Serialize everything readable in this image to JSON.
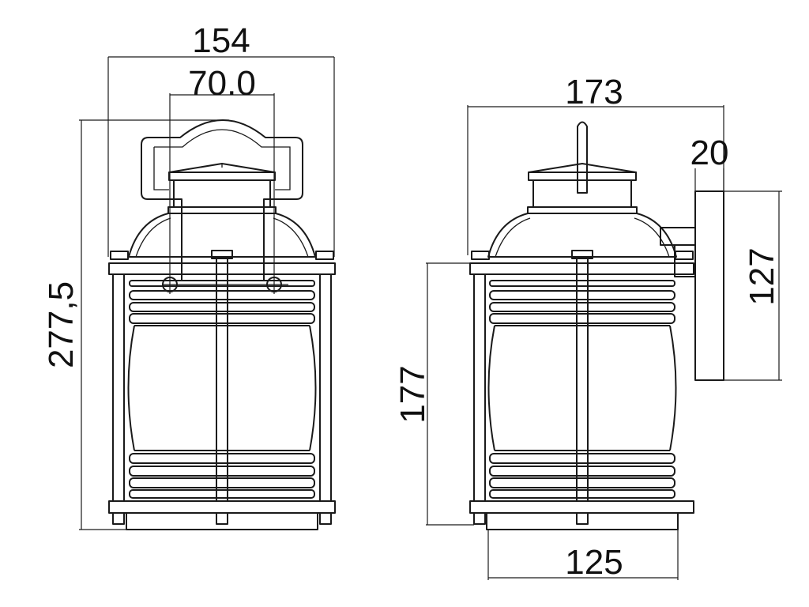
{
  "front_view": {
    "overall_width": "154",
    "mount_spacing": "70.0",
    "overall_height": "277,5"
  },
  "side_view": {
    "projection": "173",
    "backplate_depth": "20",
    "backplate_height": "127",
    "body_height": "177",
    "base_width": "125"
  },
  "colors": {
    "line": "#1a1a1a",
    "background": "#ffffff"
  }
}
